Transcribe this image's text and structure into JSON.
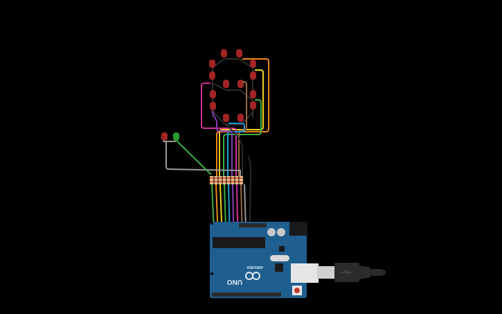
{
  "diagram": {
    "background": "#000000",
    "board": {
      "brand": "ARDUINO",
      "model": "UNO",
      "color": "#1f5f8f",
      "reset_label": "RESET"
    },
    "display": {
      "type": "seven-segment-from-leds",
      "led_color": "#a32424",
      "segments": [
        "a",
        "b",
        "c",
        "d",
        "e",
        "f",
        "g"
      ],
      "led_count": 14
    },
    "indicators": [
      {
        "name": "red-led",
        "color": "#a32424"
      },
      {
        "name": "green-led",
        "color": "#2e9a2e"
      }
    ],
    "resistors": {
      "count": 8,
      "body_color": "#e2c08d",
      "band_color": "#d13a2a"
    },
    "wires": [
      {
        "id": "w1",
        "color": "#3cb043"
      },
      {
        "id": "w2",
        "color": "#f08a1c"
      },
      {
        "id": "w3",
        "color": "#f2d21b"
      },
      {
        "id": "w4",
        "color": "#3cb043"
      },
      {
        "id": "w5",
        "color": "#1e9ad6"
      },
      {
        "id": "w6",
        "color": "#8a3ab9"
      },
      {
        "id": "w7",
        "color": "#d1309a"
      },
      {
        "id": "w8",
        "color": "#9b6a3c"
      },
      {
        "id": "w9",
        "color": "#9a9a9a"
      },
      {
        "id": "w10",
        "color": "#222222"
      }
    ],
    "usb_cable": {
      "color": "#2b2b2b",
      "plug_color": "#d9d9d9"
    }
  }
}
